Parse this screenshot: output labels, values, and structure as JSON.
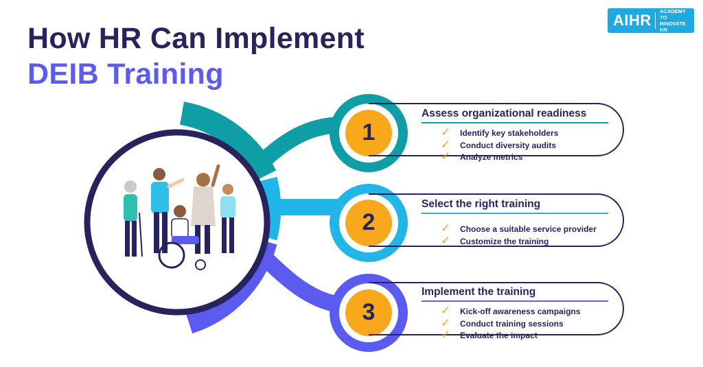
{
  "title": {
    "line1": "How HR Can Implement",
    "line2": "DEIB Training"
  },
  "logo": {
    "mark": "AIHR",
    "tagline_1": "ACADEMY TO",
    "tagline_2": "INNOVATE HR"
  },
  "colors": {
    "navy": "#27235c",
    "teal": "#109ea6",
    "sky": "#22b6e8",
    "violet": "#5b5bef",
    "orange": "#f7a81b"
  },
  "steps": [
    {
      "number": "1",
      "heading": "Assess organizational readiness",
      "items": [
        "Identify key stakeholders",
        "Conduct diversity audits",
        "Analyze metrics"
      ]
    },
    {
      "number": "2",
      "heading": "Select the right training",
      "items": [
        "Choose a suitable service provider",
        "Customize the training"
      ]
    },
    {
      "number": "3",
      "heading": "Implement the training",
      "items": [
        "Kick-off awareness campaigns",
        "Conduct training sessions",
        "Evaluate the impact"
      ]
    }
  ],
  "check_glyph": "✓",
  "illustration": "diverse-people-group"
}
